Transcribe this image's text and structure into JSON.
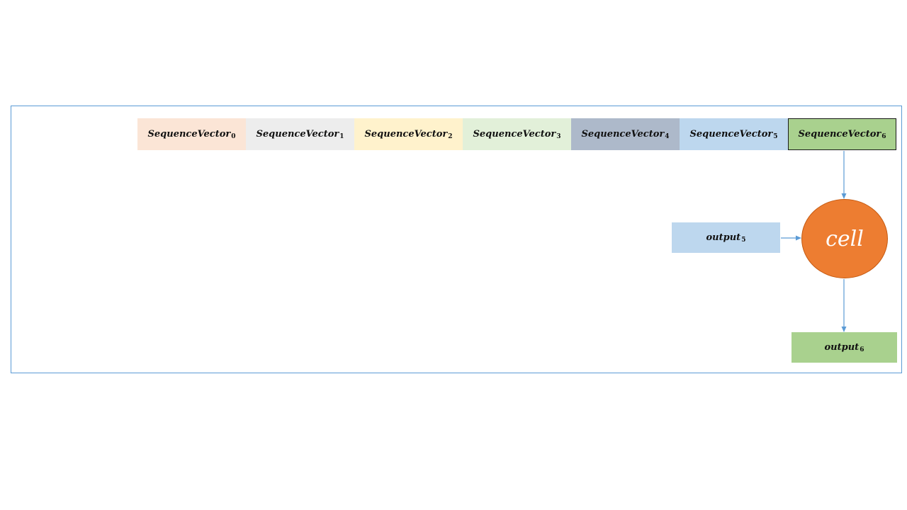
{
  "colors": {
    "frame_border": "#5b9bd5",
    "arrow": "#5b9bd5",
    "cell_fill": "#ed7d31",
    "seq_fills": [
      "#fbe5d6",
      "#ededed",
      "#fff2cc",
      "#e2f0d9",
      "#adb9ca",
      "#bdd7ee",
      "#a9d18e"
    ],
    "output_prev_fill": "#bdd7ee",
    "output_cur_fill": "#a9d18e"
  },
  "sequence": [
    {
      "label": "SequenceVector",
      "sub": "0"
    },
    {
      "label": "SequenceVector",
      "sub": "1"
    },
    {
      "label": "SequenceVector",
      "sub": "2"
    },
    {
      "label": "SequenceVector",
      "sub": "3"
    },
    {
      "label": "SequenceVector",
      "sub": "4"
    },
    {
      "label": "SequenceVector",
      "sub": "5"
    },
    {
      "label": "SequenceVector",
      "sub": "6"
    }
  ],
  "cell": {
    "label": "cell"
  },
  "output_prev": {
    "label": "output",
    "sub": "5"
  },
  "output_cur": {
    "label": "output",
    "sub": "6"
  }
}
